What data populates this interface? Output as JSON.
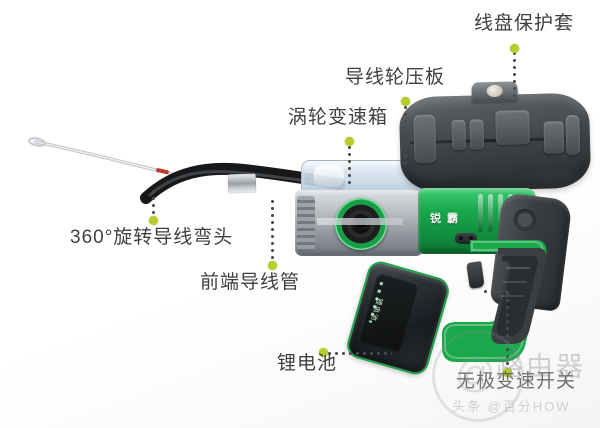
{
  "page": {
    "kind": "annotated-product-photo",
    "subject": "cordless electric wire threading / fish tape machine",
    "background_color": "#ffffff"
  },
  "theme": {
    "label_text_color": "#3f3f3f",
    "marker_color": "#b8ce2b",
    "leader_dot_color": "#4a4a4a",
    "product_green": "#17a84a",
    "product_dark_gray": "#3a3e41"
  },
  "callouts": [
    {
      "id": "reel-cover",
      "label": "线盘保护套",
      "position": "top-right"
    },
    {
      "id": "guide-plate",
      "label": "导线轮压板",
      "position": "top-center"
    },
    {
      "id": "gearbox",
      "label": "涡轮变速箱",
      "position": "upper-center-left"
    },
    {
      "id": "elbow",
      "label": "360°旋转导线弯头",
      "position": "left"
    },
    {
      "id": "front-tube",
      "label": "前端导线管",
      "position": "center-left"
    },
    {
      "id": "battery",
      "label": "锂电池",
      "position": "bottom-center"
    },
    {
      "id": "speed-switch",
      "label": "无极变速开关",
      "position": "bottom-right"
    }
  ],
  "product": {
    "brand_mark": "锐霸",
    "battery_text": "锂电池"
  },
  "watermarks": {
    "router": "路由器",
    "toutiao": "头条 @百分HOW"
  }
}
